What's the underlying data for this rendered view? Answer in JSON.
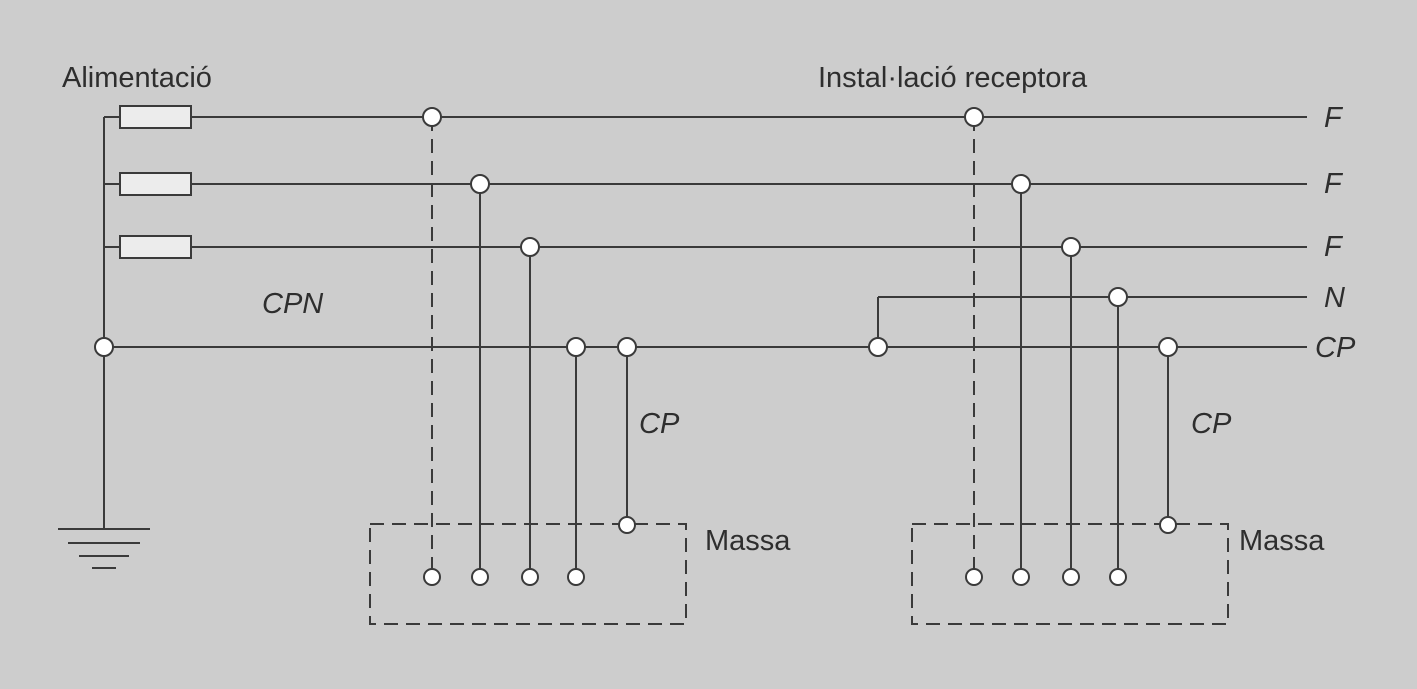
{
  "labels": {
    "supply": "Alimentació",
    "installation": "Instal·lació receptora",
    "cpn": "CPN",
    "cp_left": "CP",
    "cp_right": "CP",
    "mass_left": "Massa",
    "mass_right": "Massa"
  },
  "lines": {
    "f1": "F",
    "f2": "F",
    "f3": "F",
    "n": "N",
    "cp": "CP"
  },
  "colors": {
    "background": "#cdcdcd",
    "wire": "#3a3a3a",
    "node": "#ffffff"
  }
}
